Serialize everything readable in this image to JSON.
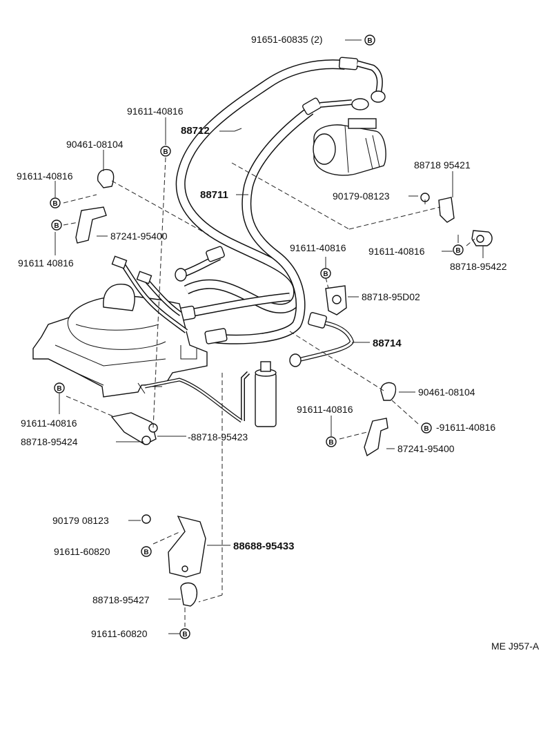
{
  "parts": {
    "p_91651_60835": "91651-60835 (2)",
    "p_88712": "88712",
    "p_88711": "88711",
    "p_91611_40816_top": "91611-40816",
    "p_90461_08104_left": "90461-08104",
    "p_91611_40816_left1": "91611-40816",
    "p_87241_95400_left": "87241-95400",
    "p_91611_40816_left2": "91611 40816",
    "p_88718_95421": "88718 95421",
    "p_90179_08123_right": "90179-08123",
    "p_91611_40816_mid": "91611-40816",
    "p_91611_40816_right": "91611-40816",
    "p_88718_95422": "88718-95422",
    "p_88718_95D02": "88718-95D02",
    "p_88714": "88714",
    "p_90461_08104_right": "90461-08104",
    "p_91611_40816_r2": "91611-40816",
    "p_91611_40816_r3": "-91611-40816",
    "p_87241_95400_right": "87241-95400",
    "p_91611_40816_lowleft": "91611-40816",
    "p_88718_95424": "88718-95424",
    "p_88718_95423": "-88718-95423",
    "p_90179_08123_bottom": "90179 08123",
    "p_91611_60820_a": "91611-60820",
    "p_88688_95433": "88688-95433",
    "p_88718_95427": "88718-95427",
    "p_91611_60820_b": "91611-60820"
  },
  "bolt_symbol": "B",
  "drawing_code": "ME J957-A"
}
